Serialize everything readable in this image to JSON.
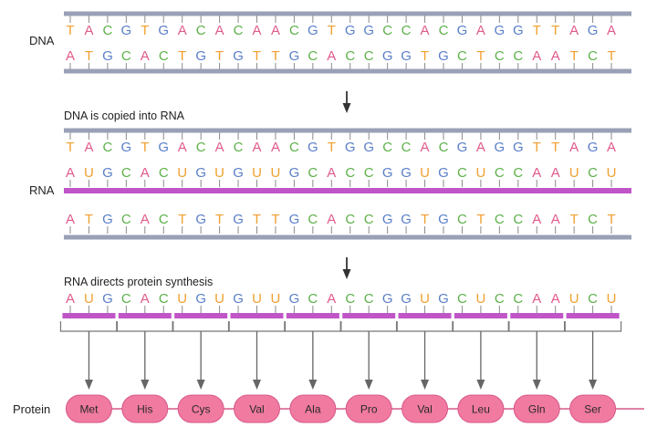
{
  "labels": {
    "dna": "DNA",
    "rna": "RNA",
    "protein": "Protein",
    "copy_caption": "DNA is copied into RNA",
    "synthesis_caption": "RNA directs protein synthesis"
  },
  "sequences": {
    "dna_top": "TACGTGACACAACGTGGCCACGAGGTTAGA",
    "dna_bottom": "ATGCACTGTGTTGCACCGGTGCTCCAATCT",
    "rna": "AUGCACUGUGUUGCACCGGUGCUCCAAUCU"
  },
  "amino_acids": [
    "Met",
    "His",
    "Cys",
    "Val",
    "Ala",
    "Pro",
    "Val",
    "Leu",
    "Gln",
    "Ser"
  ],
  "colors": {
    "A": "#e05a8c",
    "T": "#f0a030",
    "U": "#f0a030",
    "C": "#5db04a",
    "G": "#5a7fc8",
    "dna_backbone": "#9aa0b5",
    "rna_backbone": "#c055c8",
    "protein_fill": "#f07aa0",
    "protein_stroke": "#d85888",
    "arrow": "#333333",
    "codon_arrow": "#666666",
    "bracket": "#777777"
  }
}
